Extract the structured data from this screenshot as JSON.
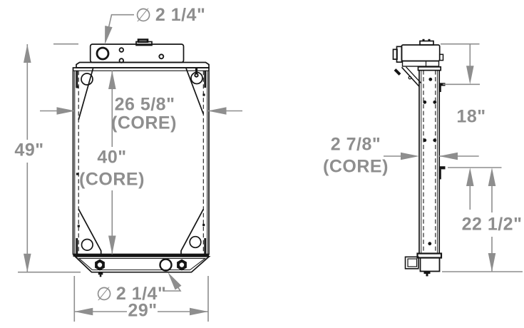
{
  "drawing": {
    "type": "technical-dimension-drawing",
    "views": {
      "front": {
        "top_hole": {
          "symbol": "∅",
          "value": "2 1/4\""
        },
        "overall_height": "49\"",
        "core_width": "26 5/8\"",
        "core_width_note": "(CORE)",
        "core_height": "40\"",
        "core_height_note": "(CORE)",
        "bottom_hole": {
          "symbol": "∅",
          "value": "2 1/4\""
        },
        "bottom_width": "29\""
      },
      "side": {
        "core_depth": "2 7/8\"",
        "core_depth_note": "(CORE)",
        "upper_span": "18\"",
        "lower_span": "22 1/2\""
      }
    },
    "colors": {
      "line": "#151515",
      "dimension": "#8e8e8e",
      "background": "#ffffff"
    }
  }
}
